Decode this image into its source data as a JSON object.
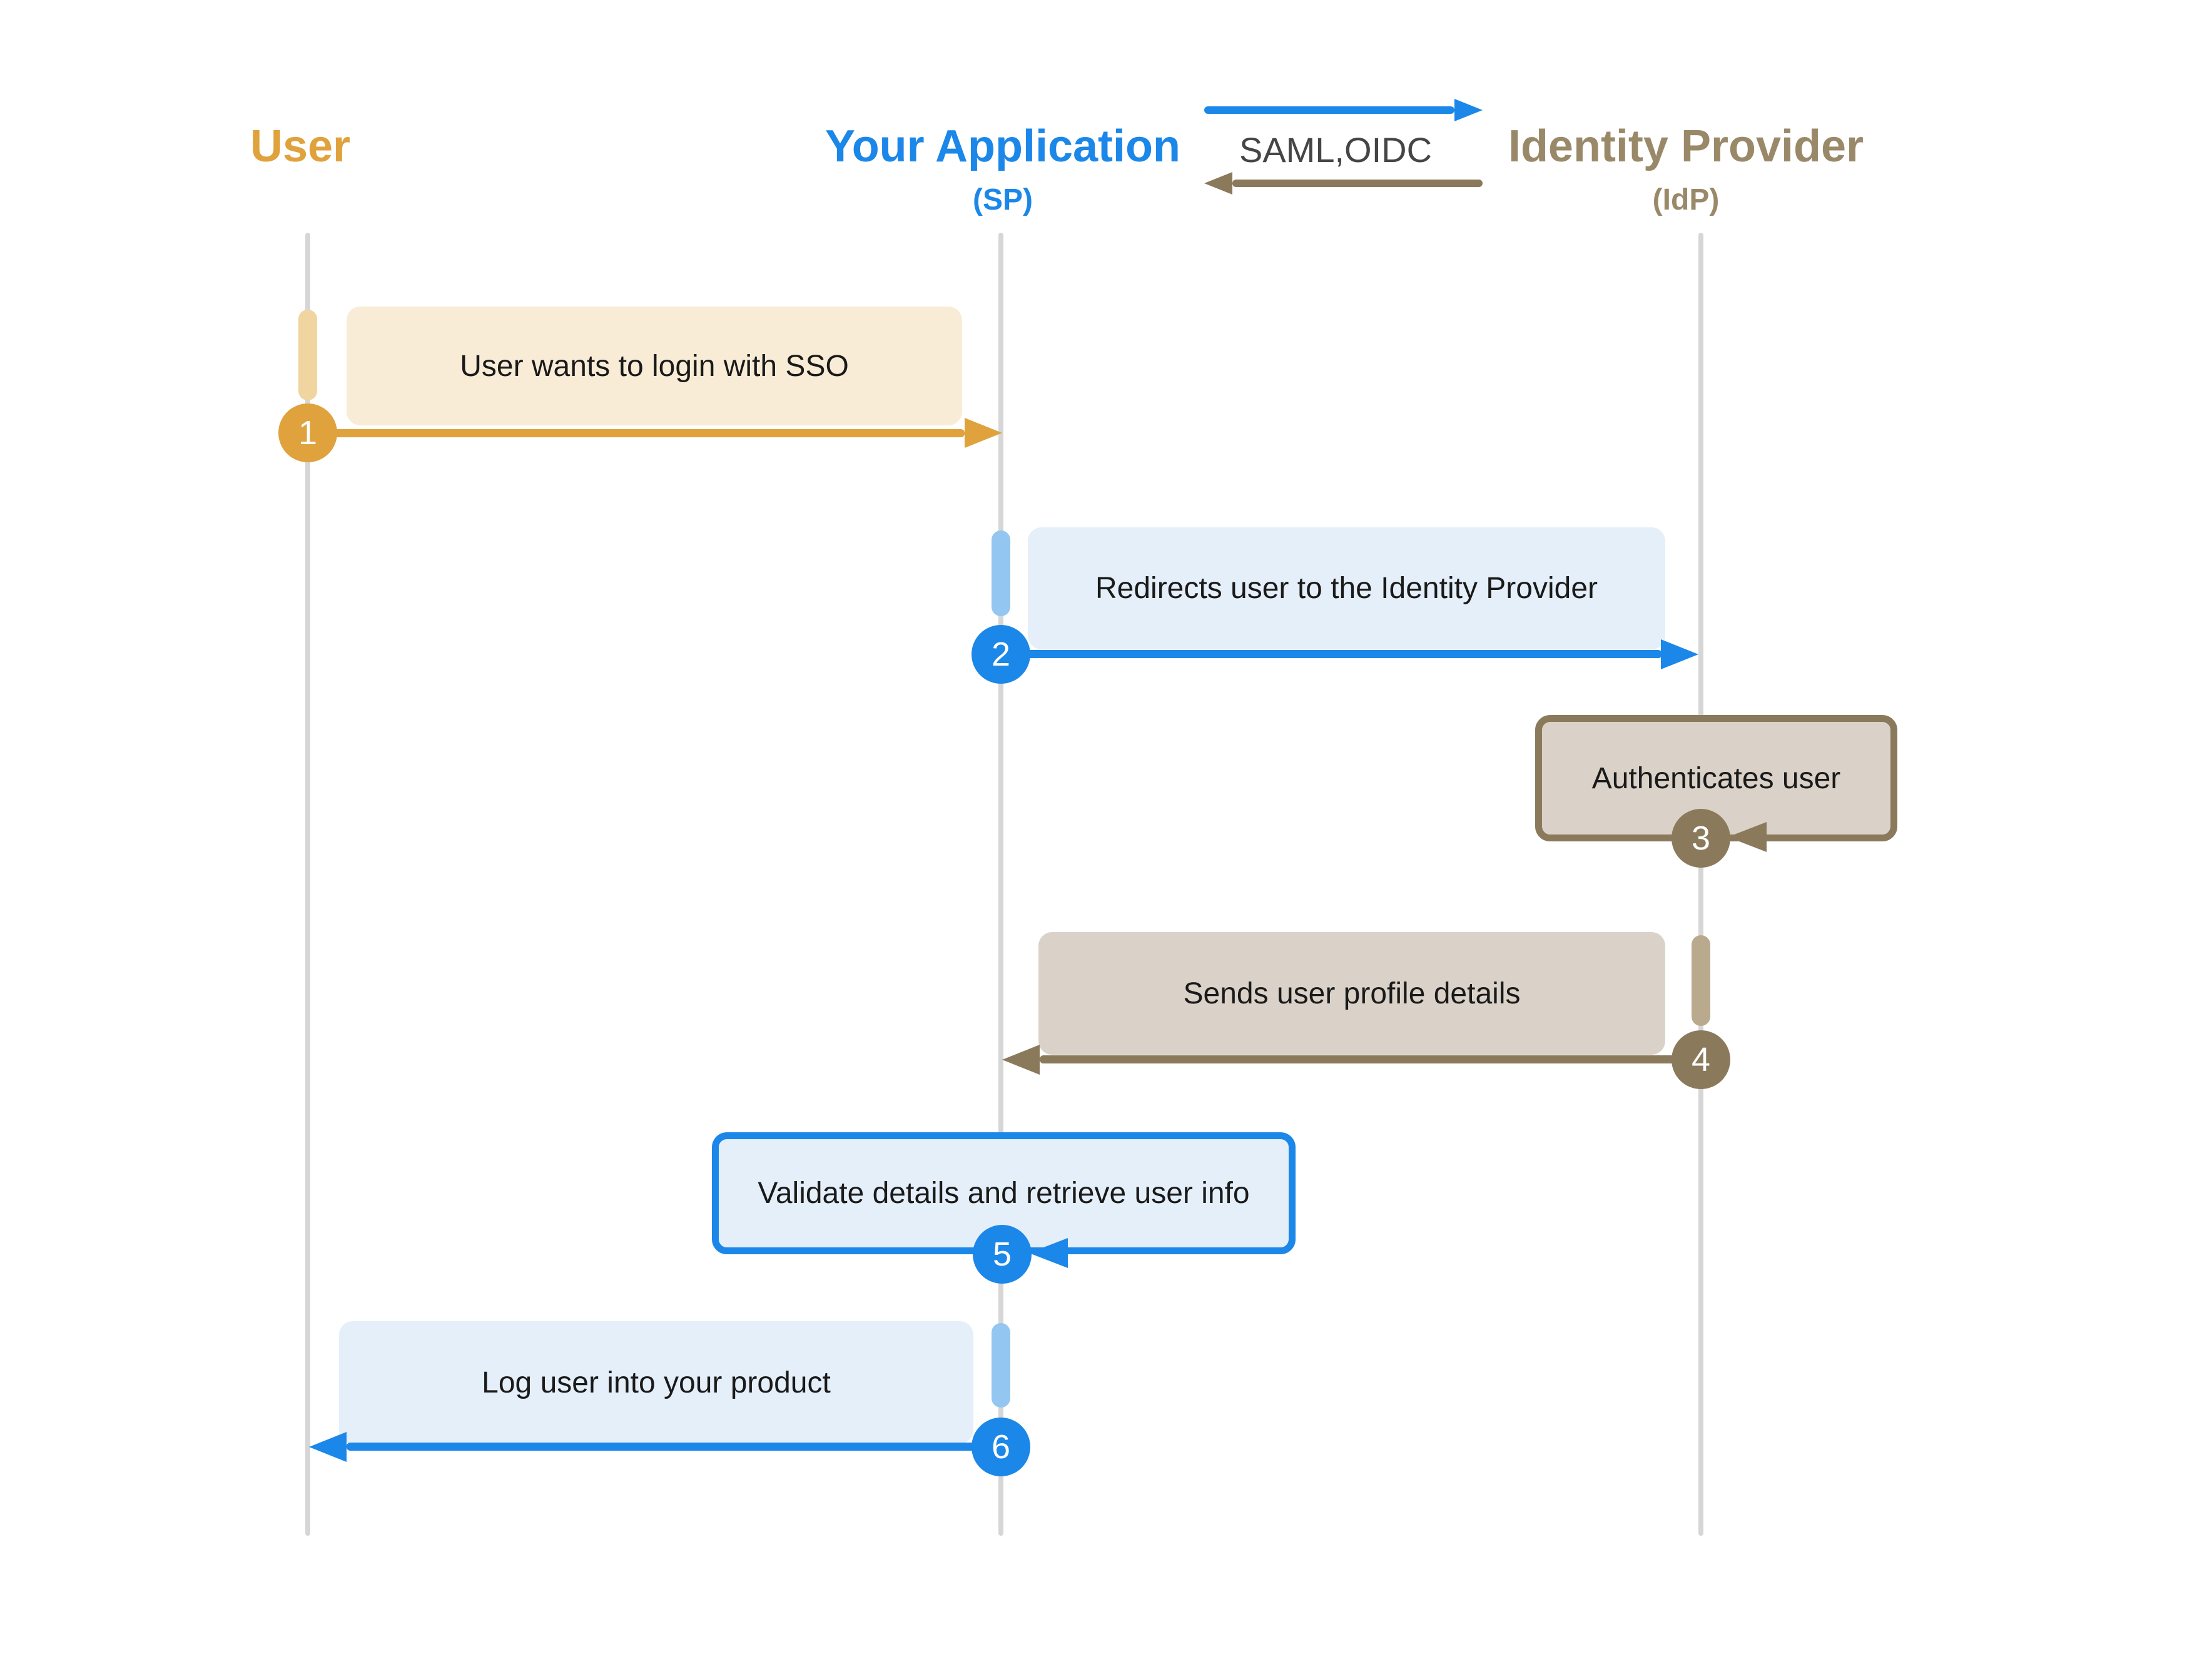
{
  "actors": [
    {
      "title": "User",
      "subtitle": ""
    },
    {
      "title": "Your Application",
      "subtitle": "(SP)"
    },
    {
      "title": "Identity Provider",
      "subtitle": "(IdP)"
    }
  ],
  "protocol": {
    "label": "SAML,OIDC"
  },
  "steps": [
    {
      "num": "1",
      "label": "User wants to login with SSO",
      "from": "User",
      "to": "Your Application"
    },
    {
      "num": "2",
      "label": "Redirects user to the Identity Provider",
      "from": "Your Application",
      "to": "Identity Provider"
    },
    {
      "num": "3",
      "label": "Authenticates user",
      "from": "Identity Provider",
      "to": "Identity Provider"
    },
    {
      "num": "4",
      "label": "Sends user profile details",
      "from": "Identity Provider",
      "to": "Your Application"
    },
    {
      "num": "5",
      "label": "Validate details and retrieve user info",
      "from": "Your Application",
      "to": "Your Application"
    },
    {
      "num": "6",
      "label": "Log user into your product",
      "from": "Your Application",
      "to": "User"
    }
  ],
  "colors": {
    "user_accent": "#DFA23C",
    "user_accent_light": "#F0D5A0",
    "user_fill": "#F9ECD7",
    "app_accent": "#1B87E8",
    "app_accent_light": "#93C6F1",
    "app_fill": "#E5EFF9",
    "idp_accent": "#8A7A5B",
    "idp_accent_light": "#BAAA8D",
    "idp_fill": "#DAD2C8",
    "idp_title_text": "#9A8969",
    "protocol_text": "#454545",
    "lifeline": "#D6D6D6"
  }
}
